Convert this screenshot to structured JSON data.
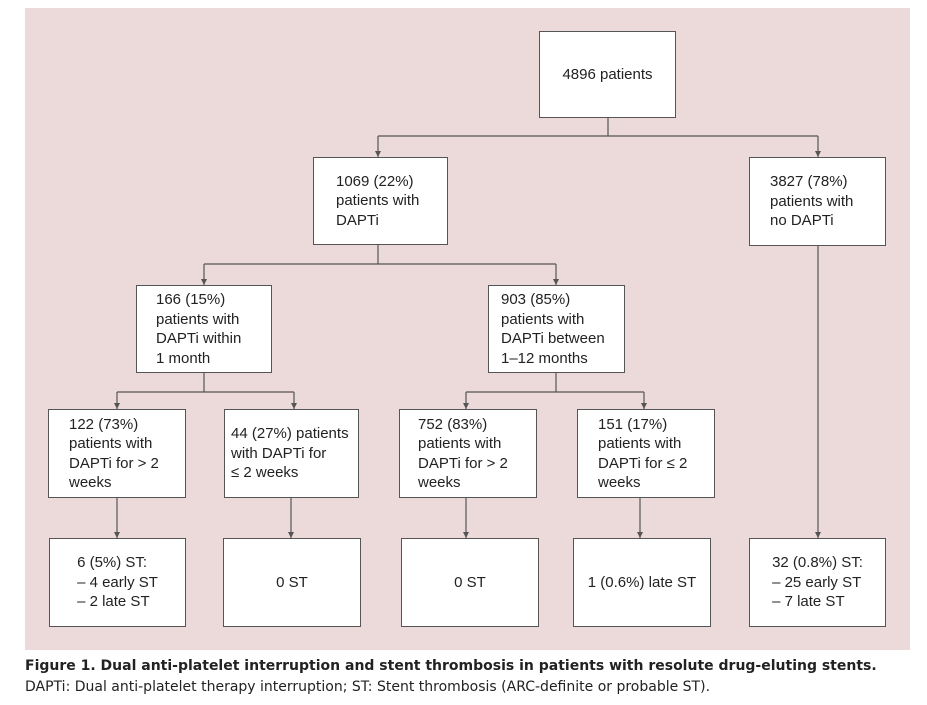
{
  "nodes": {
    "root": "4896 patients",
    "dapti": "1069 (22%)\npatients with\nDAPTi",
    "no_dapti": "3827 (78%)\npatients with\nno DAPTi",
    "within_1m": "166 (15%)\npatients with\nDAPTi within\n1 month",
    "between_1_12m": "903 (85%)\npatients with\nDAPTi between\n1–12 months",
    "w1_gt2w": "122 (73%)\npatients with\nDAPTi for > 2\nweeks",
    "w1_le2w": "44 (27%) patients\nwith DAPTi for\n≤ 2 weeks",
    "b_gt2w": "752 (83%)\npatients with\nDAPTi for > 2\nweeks",
    "b_le2w": "151 (17%)\npatients with\nDAPTi for ≤ 2\nweeks",
    "st_w1_gt2w": "6 (5%) ST:\n– 4 early ST\n– 2 late ST",
    "st_w1_le2w": "0 ST",
    "st_b_gt2w": "0 ST",
    "st_b_le2w": "1 (0.6%) late ST",
    "st_no_dapti": "32 (0.8%) ST:\n– 25 early ST\n– 7 late ST"
  },
  "caption": {
    "title": "Figure 1. Dual anti-platelet interruption and stent thrombosis in patients with resolute drug-eluting stents.",
    "body": "DAPTi: Dual anti-platelet therapy interruption; ST: Stent thrombosis (ARC-definite or probable ST)."
  },
  "colors": {
    "panel_background": "#ecdada",
    "box_border": "#555555",
    "connector": "#555555"
  }
}
